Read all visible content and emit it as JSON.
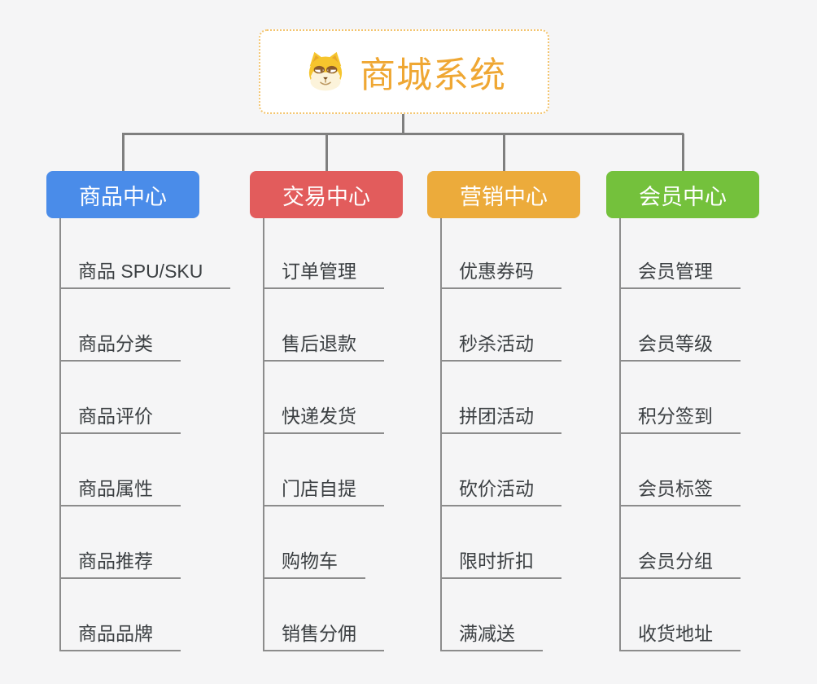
{
  "page": {
    "background": "#f5f5f6",
    "connector_color": "#7f7f7f",
    "underline_color": "#8c8c8c"
  },
  "root": {
    "title": "商城系统",
    "icon": "doge-icon",
    "text_color": "#efa733",
    "border_color": "#f3c46e"
  },
  "branches": [
    {
      "label": "商品中心",
      "color": "#4a8ce9",
      "children": [
        "商品 SPU/SKU",
        "商品分类",
        "商品评价",
        "商品属性",
        "商品推荐",
        "商品品牌"
      ]
    },
    {
      "label": "交易中心",
      "color": "#e25c5c",
      "children": [
        "订单管理",
        "售后退款",
        "快递发货",
        "门店自提",
        "购物车",
        "销售分佣"
      ]
    },
    {
      "label": "营销中心",
      "color": "#ecab3b",
      "children": [
        "优惠券码",
        "秒杀活动",
        "拼团活动",
        "砍价活动",
        "限时折扣",
        "满减送"
      ]
    },
    {
      "label": "会员中心",
      "color": "#74c13c",
      "children": [
        "会员管理",
        "会员等级",
        "积分签到",
        "会员标签",
        "会员分组",
        "收货地址"
      ]
    }
  ]
}
